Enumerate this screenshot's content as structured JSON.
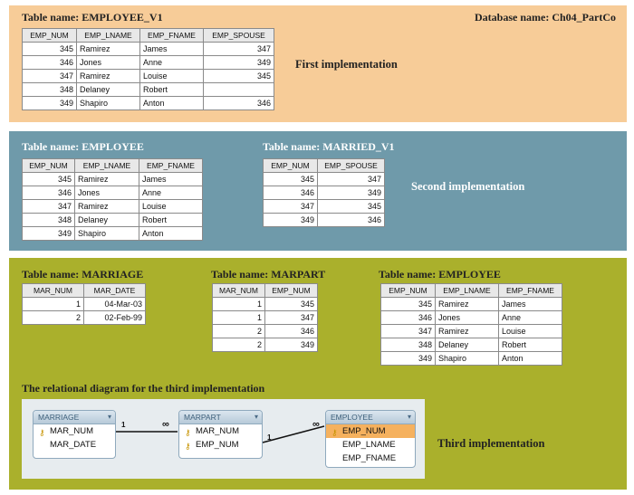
{
  "first": {
    "caption": "Table name: EMPLOYEE_V1",
    "database": "Database name: Ch04_PartCo",
    "impl": "First implementation",
    "table": {
      "headers": [
        "EMP_NUM",
        "EMP_LNAME",
        "EMP_FNAME",
        "EMP_SPOUSE"
      ],
      "rows": [
        [
          "345",
          "Ramirez",
          "James",
          "347"
        ],
        [
          "346",
          "Jones",
          "Anne",
          "349"
        ],
        [
          "347",
          "Ramirez",
          "Louise",
          "345"
        ],
        [
          "348",
          "Delaney",
          "Robert",
          ""
        ],
        [
          "349",
          "Shapiro",
          "Anton",
          "346"
        ]
      ]
    }
  },
  "second": {
    "employee_caption": "Table name: EMPLOYEE",
    "married_caption": "Table name: MARRIED_V1",
    "impl": "Second implementation",
    "employee": {
      "headers": [
        "EMP_NUM",
        "EMP_LNAME",
        "EMP_FNAME"
      ],
      "rows": [
        [
          "345",
          "Ramirez",
          "James"
        ],
        [
          "346",
          "Jones",
          "Anne"
        ],
        [
          "347",
          "Ramirez",
          "Louise"
        ],
        [
          "348",
          "Delaney",
          "Robert"
        ],
        [
          "349",
          "Shapiro",
          "Anton"
        ]
      ]
    },
    "married": {
      "headers": [
        "EMP_NUM",
        "EMP_SPOUSE"
      ],
      "rows": [
        [
          "345",
          "347"
        ],
        [
          "346",
          "349"
        ],
        [
          "347",
          "345"
        ],
        [
          "349",
          "346"
        ]
      ]
    }
  },
  "third": {
    "marriage_caption": "Table name: MARRIAGE",
    "marpart_caption": "Table name: MARPART",
    "employee_caption": "Table name: EMPLOYEE",
    "diagram_caption": "The relational diagram for the third implementation",
    "impl": "Third implementation",
    "marriage": {
      "headers": [
        "MAR_NUM",
        "MAR_DATE"
      ],
      "rows": [
        [
          "1",
          "04-Mar-03"
        ],
        [
          "2",
          "02-Feb-99"
        ]
      ]
    },
    "marpart": {
      "headers": [
        "MAR_NUM",
        "EMP_NUM"
      ],
      "rows": [
        [
          "1",
          "345"
        ],
        [
          "1",
          "347"
        ],
        [
          "2",
          "346"
        ],
        [
          "2",
          "349"
        ]
      ]
    },
    "employee": {
      "headers": [
        "EMP_NUM",
        "EMP_LNAME",
        "EMP_FNAME"
      ],
      "rows": [
        [
          "345",
          "Ramirez",
          "James"
        ],
        [
          "346",
          "Jones",
          "Anne"
        ],
        [
          "347",
          "Ramirez",
          "Louise"
        ],
        [
          "348",
          "Delaney",
          "Robert"
        ],
        [
          "349",
          "Shapiro",
          "Anton"
        ]
      ]
    },
    "diagram": {
      "marriage": {
        "title": "MARRIAGE",
        "attrs": [
          "MAR_NUM",
          "MAR_DATE"
        ]
      },
      "marpart": {
        "title": "MARPART",
        "attrs": [
          "MAR_NUM",
          "EMP_NUM"
        ]
      },
      "employee": {
        "title": "EMPLOYEE",
        "attrs": [
          "EMP_NUM",
          "EMP_LNAME",
          "EMP_FNAME"
        ]
      },
      "one_label": "1",
      "many_label": "∞",
      "key_icon": "key-icon",
      "selected_attr_color": "#f5b15e"
    }
  },
  "colors": {
    "panel1": "#f7cc98",
    "panel2": "#6f9aaa",
    "panel3": "#aab02c"
  }
}
